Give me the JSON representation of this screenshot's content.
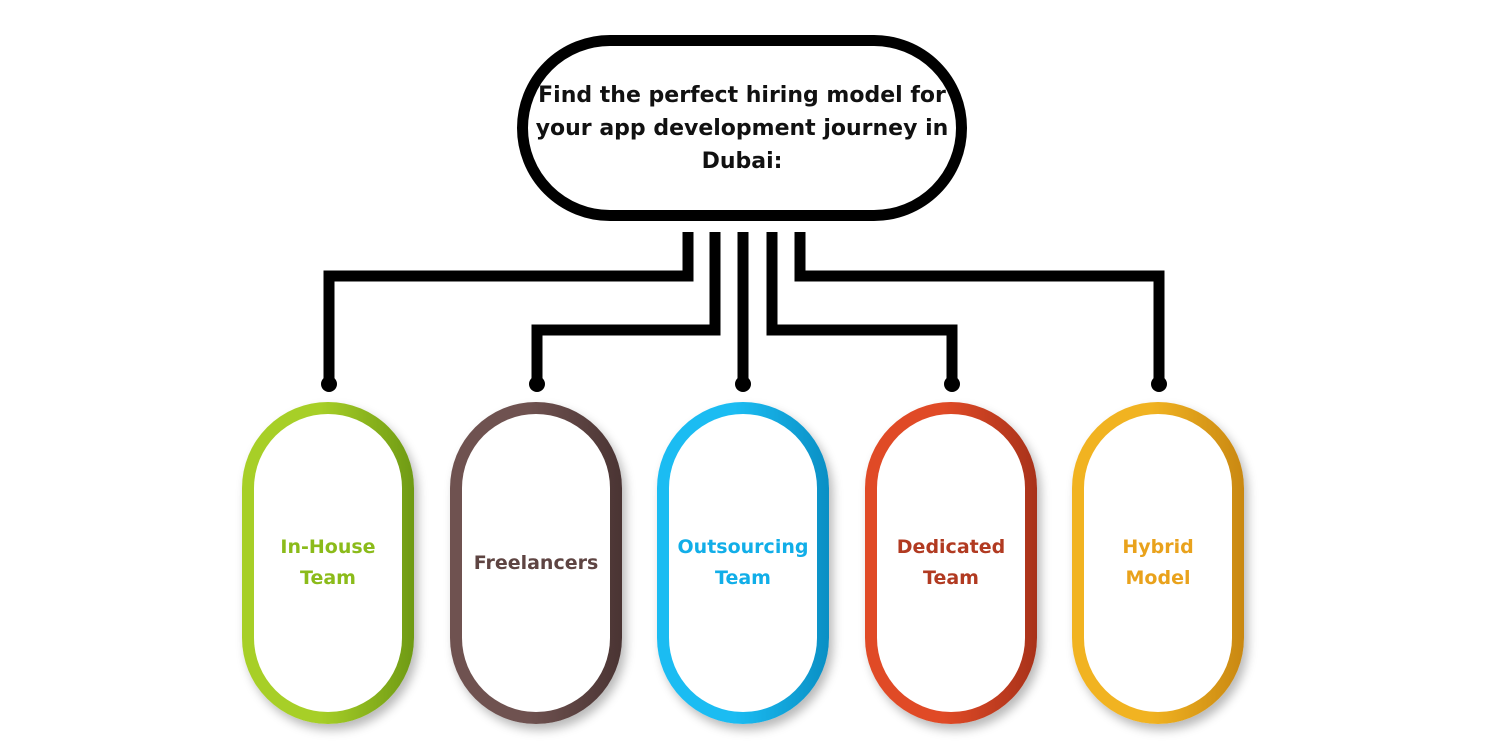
{
  "root": {
    "title": "Find the perfect hiring model for your app development journey in Dubai:"
  },
  "nodes": [
    {
      "label": "In-House\nTeam",
      "color": "#8bbb1a",
      "ring_light": "#a7cf27",
      "ring_dark": "#6f9a14"
    },
    {
      "label": "Freelancers",
      "color": "#5e4442",
      "ring_light": "#6f5250",
      "ring_dark": "#4a3433"
    },
    {
      "label": "Outsourcing\nTeam",
      "color": "#11aee8",
      "ring_light": "#1bbcf2",
      "ring_dark": "#0a8fc4"
    },
    {
      "label": "Dedicated\nTeam",
      "color": "#b13a21",
      "ring_light": "#e04a26",
      "ring_dark": "#a8321a"
    },
    {
      "label": "Hybrid\nModel",
      "color": "#e9a21c",
      "ring_light": "#f1b321",
      "ring_dark": "#c98812"
    }
  ],
  "connector_color": "#000000"
}
